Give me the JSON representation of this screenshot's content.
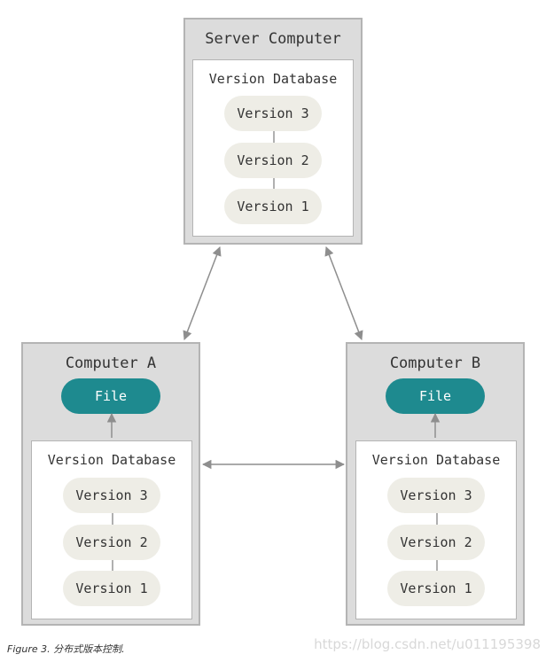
{
  "server": {
    "title": "Server Computer",
    "database": {
      "title": "Version Database",
      "versions": [
        "Version 3",
        "Version 2",
        "Version 1"
      ]
    }
  },
  "computer_a": {
    "title": "Computer A",
    "file_label": "File",
    "database": {
      "title": "Version Database",
      "versions": [
        "Version 3",
        "Version 2",
        "Version 1"
      ]
    }
  },
  "computer_b": {
    "title": "Computer B",
    "file_label": "File",
    "database": {
      "title": "Version Database",
      "versions": [
        "Version 3",
        "Version 2",
        "Version 1"
      ]
    }
  },
  "caption": "Figure 3. 分布式版本控制.",
  "watermark": "https://blog.csdn.net/u011195398",
  "colors": {
    "box_fill": "#dcdcdc",
    "file_fill": "#1e8a8f",
    "version_fill": "#eeede6",
    "arrow": "#8e8e8e"
  }
}
